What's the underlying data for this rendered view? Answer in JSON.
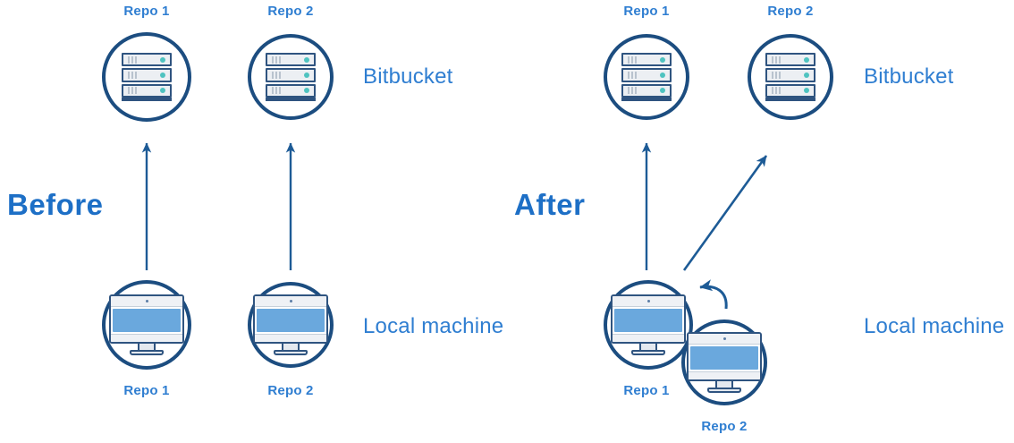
{
  "diagram": {
    "title": "Before and After repository layout",
    "colors": {
      "label_blue": "#2f7ed1",
      "phase_blue": "#1d6fc6",
      "ring_navy": "#1c4d80",
      "arrow_blue": "#1d5b96",
      "screen_blue": "#6aa8dd",
      "server_led_teal": "#4fc3c0",
      "background": "#ffffff"
    },
    "panels": [
      {
        "id": "before",
        "phase_label": "Before",
        "row_labels": {
          "top": "Bitbucket",
          "bottom": "Local machine"
        },
        "remote_nodes": [
          {
            "id": "before-remote-repo1",
            "label": "Repo 1",
            "icon": "server-icon",
            "label_position": "above"
          },
          {
            "id": "before-remote-repo2",
            "label": "Repo 2",
            "icon": "server-icon",
            "label_position": "above"
          }
        ],
        "local_nodes": [
          {
            "id": "before-local-repo1",
            "label": "Repo 1",
            "icon": "monitor-icon",
            "label_position": "below"
          },
          {
            "id": "before-local-repo2",
            "label": "Repo 2",
            "icon": "monitor-icon",
            "label_position": "below"
          }
        ],
        "connections": [
          {
            "id": "before-arrow-repo1",
            "from": "before-local-repo1",
            "to": "before-remote-repo1",
            "style": "straight-up"
          },
          {
            "id": "before-arrow-repo2",
            "from": "before-local-repo2",
            "to": "before-remote-repo2",
            "style": "straight-up"
          }
        ]
      },
      {
        "id": "after",
        "phase_label": "After",
        "row_labels": {
          "top": "Bitbucket",
          "bottom": "Local machine"
        },
        "remote_nodes": [
          {
            "id": "after-remote-repo1",
            "label": "Repo 1",
            "icon": "server-icon",
            "label_position": "above"
          },
          {
            "id": "after-remote-repo2",
            "label": "Repo 2",
            "icon": "server-icon",
            "label_position": "above"
          }
        ],
        "local_nodes": [
          {
            "id": "after-local-repo1",
            "label": "Repo 1",
            "icon": "monitor-icon",
            "label_position": "below"
          },
          {
            "id": "after-local-repo2",
            "label": "Repo 2",
            "icon": "monitor-icon",
            "label_position": "below"
          }
        ],
        "connections": [
          {
            "id": "after-arrow-repo1",
            "from": "after-local-repo1",
            "to": "after-remote-repo1",
            "style": "straight-up"
          },
          {
            "id": "after-arrow-repo2",
            "from": "after-local-repo1",
            "to": "after-remote-repo2",
            "style": "diagonal-up-right"
          },
          {
            "id": "after-arrow-nested",
            "from": "after-local-repo2",
            "to": "after-local-repo1",
            "style": "curved-up-left"
          }
        ]
      }
    ]
  }
}
